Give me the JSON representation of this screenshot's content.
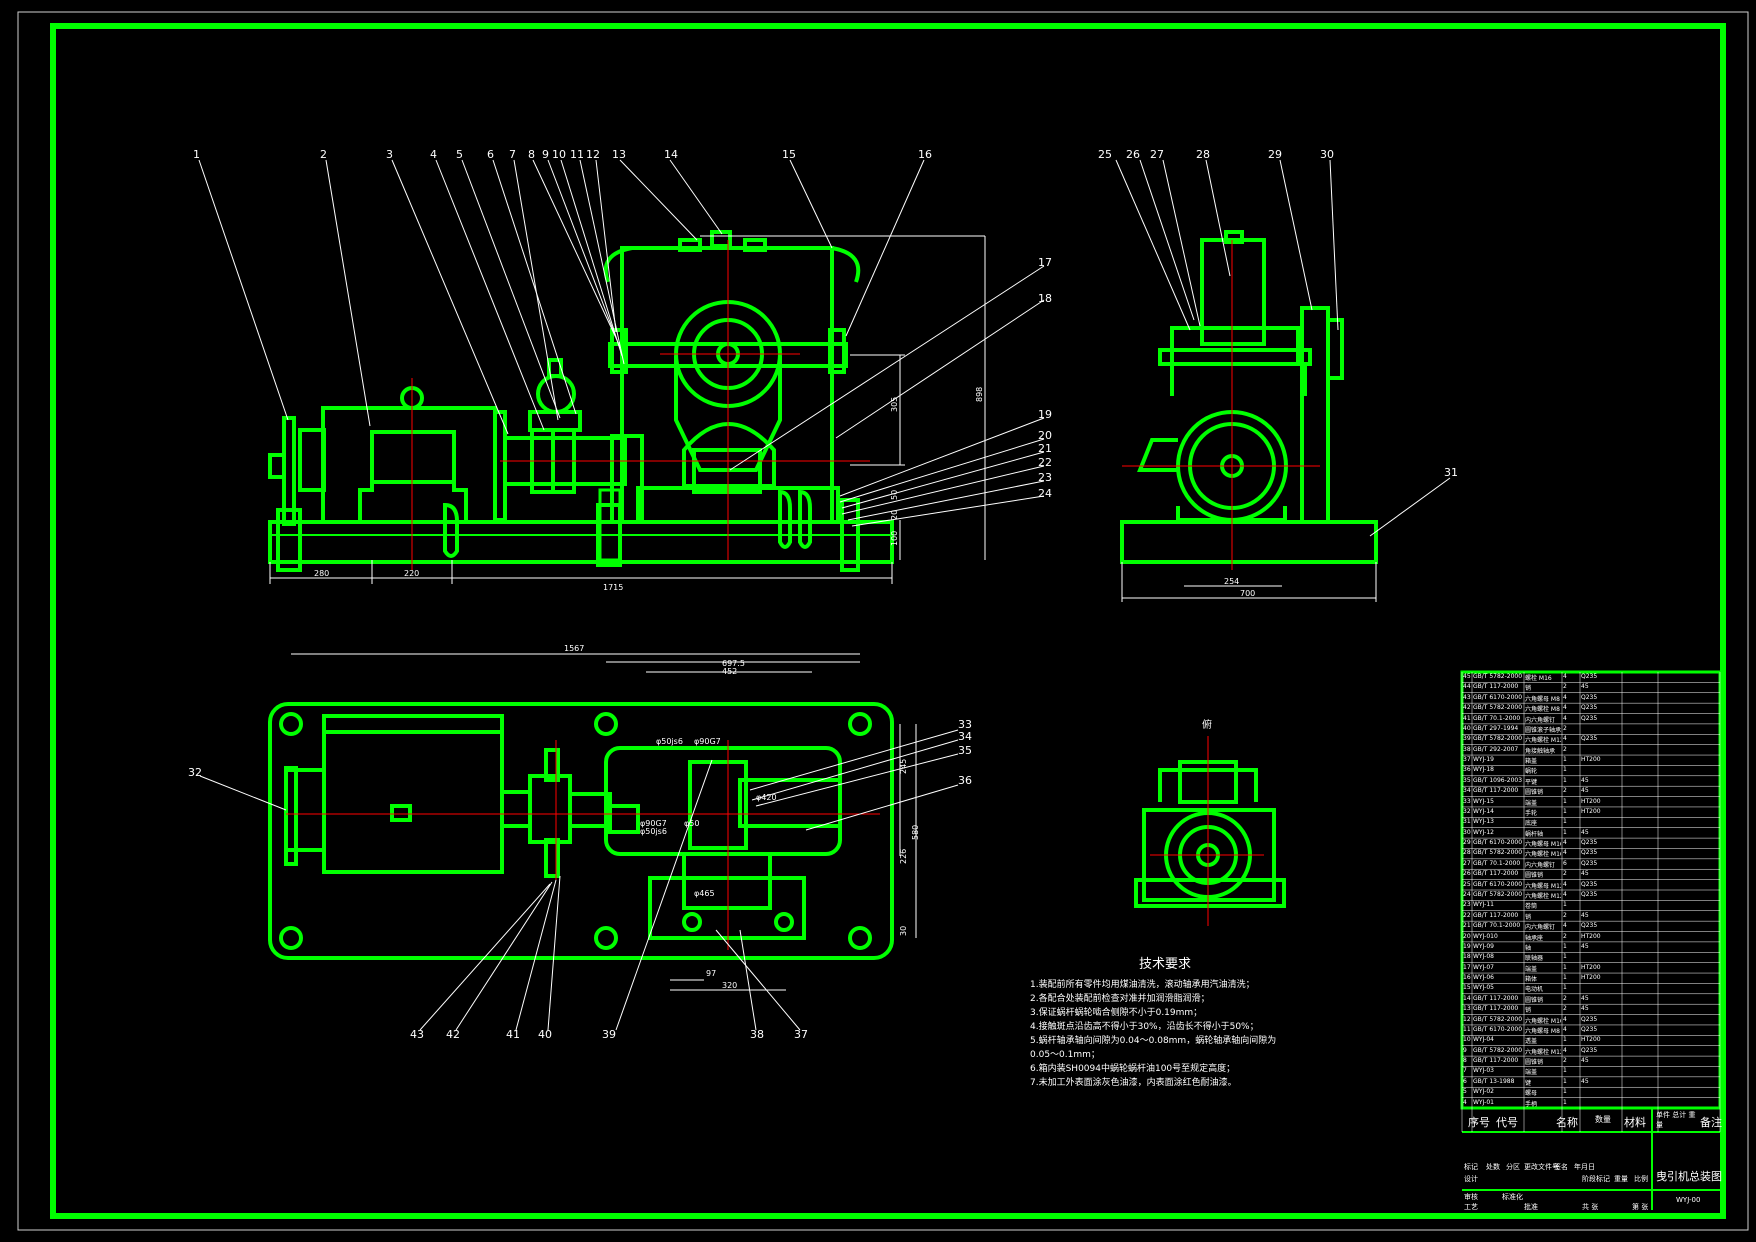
{
  "colors": {
    "line": "#00ff00",
    "text": "#ffffff",
    "frame": "#00ff00",
    "center": "#ff0000",
    "dim": "#ffffff",
    "accent": "#ff00ff"
  },
  "balloons_front": [
    "1",
    "2",
    "3",
    "4",
    "5",
    "6",
    "7",
    "8",
    "9",
    "10",
    "11",
    "12",
    "13",
    "14",
    "15",
    "16",
    "17",
    "18",
    "19",
    "20",
    "21",
    "22",
    "23",
    "24"
  ],
  "balloons_side": [
    "25",
    "26",
    "27",
    "28",
    "29",
    "30",
    "31"
  ],
  "balloons_plan": [
    "32",
    "33",
    "34",
    "35",
    "36",
    "37",
    "38",
    "39",
    "40",
    "41",
    "42",
    "43"
  ],
  "dims": {
    "front": [
      "280",
      "220",
      "1715",
      "305",
      "898",
      "100",
      "50",
      "20"
    ],
    "side": [
      "254",
      "700"
    ],
    "plan": [
      "1567",
      "697.5",
      "452",
      "245",
      "226",
      "580",
      "30",
      "97",
      "320"
    ],
    "plan_dia": [
      "φ50js6",
      "φ90G7",
      "φ90G7",
      "φ50js6",
      "φ420",
      "φ50",
      "φ465"
    ]
  },
  "aux_label": "俯",
  "tech": {
    "title": "技术要求",
    "lines": [
      "1.装配前所有零件均用煤油清洗，滚动轴承用汽油清洗；",
      "2.各配合处装配前检查对准并加润滑脂润滑；",
      "3.保证蜗杆蜗轮啮合侧隙不小于0.19mm；",
      "4.接触斑点沿齿高不得小于30%，沿齿长不得小于50%；",
      "5.蜗杆轴承轴向间隙为0.04～0.08mm，蜗轮轴承轴向间隙为",
      "0.05～0.1mm；",
      "6.箱内装SH0094中蜗轮蜗杆油100号至规定高度；",
      "7.未加工外表面涂灰色油漆，内表面涂红色耐油漆。"
    ]
  },
  "bom": {
    "rows": [
      [
        "45",
        "GB/T 5782-2000",
        "螺栓 M16",
        "4",
        "Q235",
        ""
      ],
      [
        "44",
        "GB/T 117-2000",
        "销",
        "2",
        "45",
        ""
      ],
      [
        "43",
        "GB/T 6170-2000",
        "六角螺母 M8",
        "4",
        "Q235",
        ""
      ],
      [
        "42",
        "GB/T 5782-2000",
        "六角螺栓 M8",
        "4",
        "Q235",
        ""
      ],
      [
        "41",
        "GB/T 70.1-2000",
        "内六角螺钉",
        "4",
        "Q235",
        ""
      ],
      [
        "40",
        "GB/T 297-1994",
        "圆锥滚子轴承",
        "2",
        "",
        ""
      ],
      [
        "39",
        "GB/T 5782-2000",
        "六角螺栓 M12",
        "4",
        "Q235",
        ""
      ],
      [
        "38",
        "GB/T 292-2007",
        "角接触轴承",
        "2",
        "",
        ""
      ],
      [
        "37",
        "WYJ-19",
        "箱盖",
        "1",
        "HT200",
        ""
      ],
      [
        "36",
        "WYJ-18",
        "蜗轮",
        "1",
        "",
        ""
      ],
      [
        "35",
        "GB/T 1096-2003",
        "平键",
        "1",
        "45",
        ""
      ],
      [
        "34",
        "GB/T 117-2000",
        "圆锥销",
        "2",
        "45",
        ""
      ],
      [
        "33",
        "WYJ-15",
        "端盖",
        "1",
        "HT200",
        ""
      ],
      [
        "32",
        "WYJ-14",
        "手轮",
        "1",
        "HT200",
        ""
      ],
      [
        "31",
        "WYJ-13",
        "底座",
        "1",
        "",
        ""
      ],
      [
        "30",
        "WYJ-12",
        "蜗杆轴",
        "1",
        "45",
        ""
      ],
      [
        "29",
        "GB/T 6170-2000",
        "六角螺母 M16",
        "4",
        "Q235",
        ""
      ],
      [
        "28",
        "GB/T 5782-2000",
        "六角螺栓 M16",
        "4",
        "Q235",
        ""
      ],
      [
        "27",
        "GB/T 70.1-2000",
        "内六角螺钉",
        "6",
        "Q235",
        ""
      ],
      [
        "26",
        "GB/T 117-2000",
        "圆锥销",
        "2",
        "45",
        ""
      ],
      [
        "25",
        "GB/T 6170-2000",
        "六角螺母 M12",
        "4",
        "Q235",
        ""
      ],
      [
        "24",
        "GB/T 5782-2000",
        "六角螺栓 M12",
        "4",
        "Q235",
        ""
      ],
      [
        "23",
        "WYJ-11",
        "卷筒",
        "1",
        "",
        ""
      ],
      [
        "22",
        "GB/T 117-2000",
        "销",
        "2",
        "45",
        ""
      ],
      [
        "21",
        "GB/T 70.1-2000",
        "内六角螺钉",
        "4",
        "Q235",
        ""
      ],
      [
        "20",
        "WYJ-010",
        "轴承座",
        "2",
        "HT200",
        ""
      ],
      [
        "19",
        "WYJ-09",
        "轴",
        "1",
        "45",
        ""
      ],
      [
        "18",
        "WYJ-08",
        "联轴器",
        "1",
        "",
        ""
      ],
      [
        "17",
        "WYJ-07",
        "端盖",
        "1",
        "HT200",
        ""
      ],
      [
        "16",
        "WYJ-06",
        "箱体",
        "1",
        "HT200",
        ""
      ],
      [
        "15",
        "WYJ-05",
        "电动机",
        "1",
        "",
        ""
      ],
      [
        "14",
        "GB/T 117-2000",
        "圆锥销",
        "2",
        "45",
        ""
      ],
      [
        "13",
        "GB/T 117-2000",
        "销",
        "2",
        "45",
        ""
      ],
      [
        "12",
        "GB/T 5782-2000",
        "六角螺栓 M16",
        "4",
        "Q235",
        ""
      ],
      [
        "11",
        "GB/T 6170-2000",
        "六角螺母 M8",
        "4",
        "Q235",
        ""
      ],
      [
        "10",
        "WYJ-04",
        "透盖",
        "1",
        "HT200",
        ""
      ],
      [
        "9",
        "GB/T 5782-2000",
        "六角螺栓 M12",
        "4",
        "Q235",
        ""
      ],
      [
        "8",
        "GB/T 117-2000",
        "圆锥销",
        "2",
        "45",
        ""
      ],
      [
        "7",
        "WYJ-03",
        "端盖",
        "1",
        "",
        ""
      ],
      [
        "6",
        "GB/T 13-1988",
        "键",
        "1",
        "45",
        ""
      ],
      [
        "5",
        "WYJ-02",
        "螺母",
        "1",
        "",
        ""
      ],
      [
        "4",
        "WYJ-01",
        "手柄",
        "1",
        "",
        ""
      ]
    ],
    "header": {
      "no": "序号",
      "code": "代号",
      "name": "名称",
      "qty": "数量",
      "mat": "材料",
      "wt": "单件 总计 重量",
      "rem": "备注"
    },
    "title_block": {
      "drawing_title": "曳引机总装图",
      "drawing_no": "WYJ-00",
      "c1": "标记",
      "c2": "处数",
      "c3": "分区",
      "c4": "更改文件号",
      "c5": "签名",
      "c6": "年月日",
      "c7": "设计",
      "c8": "审核",
      "c9": "工艺",
      "c10": "批准",
      "c11": "阶段标记",
      "c12": "重量",
      "c13": "比例",
      "c14": "共 张",
      "c15": "第 张",
      "c16": "标准化"
    }
  }
}
